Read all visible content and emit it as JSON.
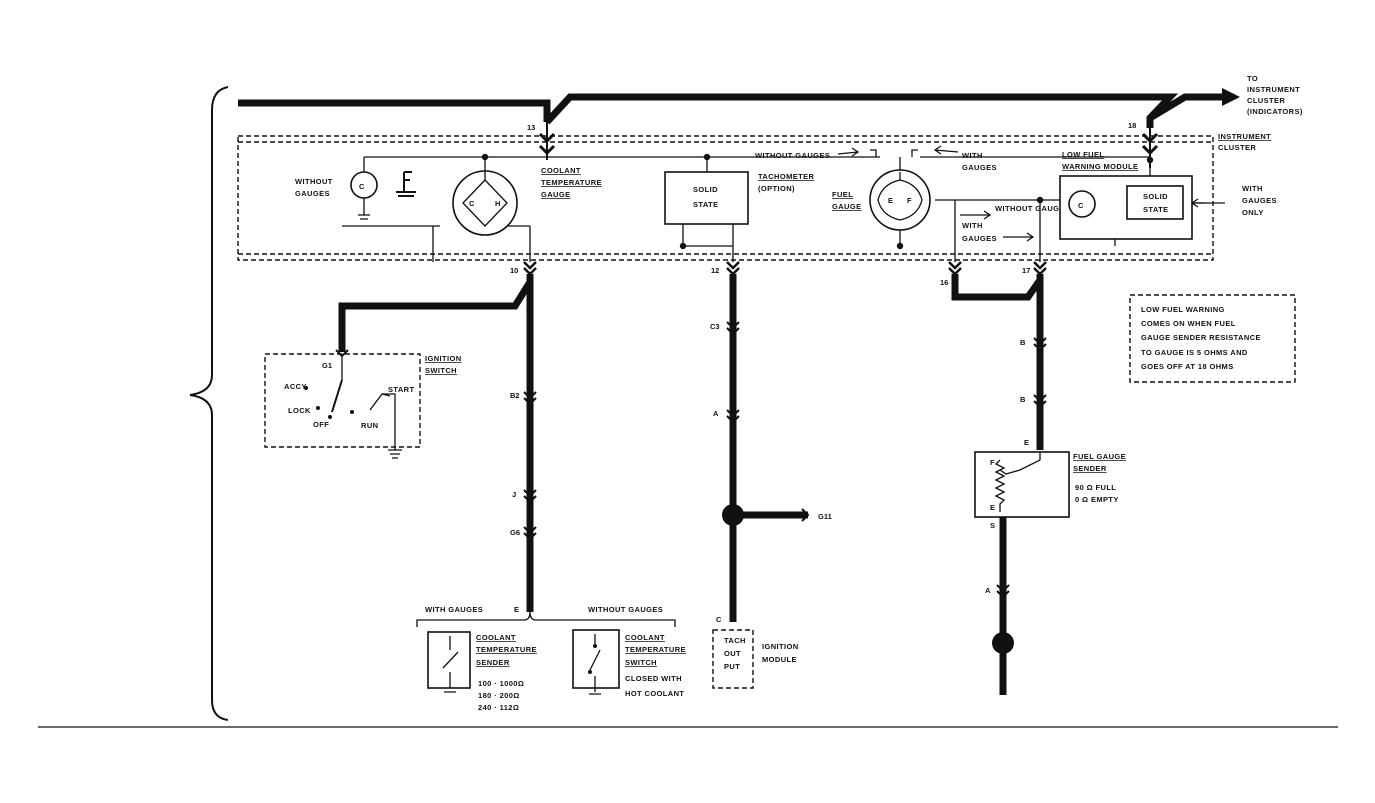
{
  "labels": {
    "to_cluster": [
      "TO",
      "INSTRUMENT",
      "CLUSTER",
      "(INDICATORS)"
    ],
    "instrument_cluster": [
      "INSTRUMENT",
      "CLUSTER"
    ],
    "without_gauges_top": "WITHOUT GAUGES",
    "with_gauges_top": [
      "WITH",
      "GAUGES"
    ],
    "low_fuel_module": [
      "LOW FUEL",
      "WARNING MODULE"
    ],
    "without_gauges_left": [
      "WITHOUT",
      "GAUGES"
    ],
    "coolant_temp_gauge": [
      "COOLANT",
      "TEMPERATURE",
      "GAUGE"
    ],
    "solid_state_1": [
      "SOLID",
      "STATE"
    ],
    "tachometer": [
      "TACHOMETER",
      "(OPTION)"
    ],
    "fuel_gauge": [
      "FUEL",
      "GAUGE"
    ],
    "without_gauges_mid": "WITHOUT GAUGES",
    "with_gauges_mid": [
      "WITH",
      "GAUGES"
    ],
    "solid_state_2": [
      "SOLID",
      "STATE"
    ],
    "with_gauges_only": [
      "WITH",
      "GAUGES",
      "ONLY"
    ],
    "gauge_letters": [
      "C",
      "H",
      "E",
      "F"
    ],
    "ignition_switch": [
      "IGNITION",
      "SWITCH"
    ],
    "switch_positions": [
      "ACCY",
      "LOCK",
      "OFF",
      "RUN",
      "START"
    ],
    "note": [
      "LOW FUEL WARNING",
      "COMES ON WHEN FUEL",
      "GAUGE SENDER RESISTANCE",
      "TO GAUGE IS 5 OHMS AND",
      "GOES OFF AT 18 OHMS"
    ],
    "fuel_sender": [
      "FUEL GAUGE",
      "SENDER"
    ],
    "fuel_sender_values": [
      "90 Ω FULL",
      "0 Ω EMPTY"
    ],
    "with_gauges_bottom": "WITH GAUGES",
    "without_gauges_bottom": "WITHOUT GAUGES",
    "coolant_sender": [
      "COOLANT",
      "TEMPERATURE",
      "SENDER"
    ],
    "coolant_sender_values": [
      "100 · 1000Ω",
      "180 · 200Ω",
      "240 · 112Ω"
    ],
    "coolant_switch": [
      "COOLANT",
      "TEMPERATURE",
      "SWITCH",
      "CLOSED WITH",
      "HOT COOLANT"
    ],
    "tach_out": [
      "TACH",
      "OUT",
      "PUT"
    ],
    "ignition_module": [
      "IGNITION",
      "MODULE"
    ],
    "g11": "G11"
  },
  "pins": {
    "p13": "13",
    "p18": "18",
    "p10": "10",
    "p12": "12",
    "p16": "16",
    "p17": "17",
    "g1": "G1",
    "b2": "B2",
    "j": "J",
    "g6": "G6",
    "e_bottom": "E",
    "c3": "C3",
    "a_mid": "A",
    "c_bottom": "C",
    "b_1": "B",
    "b_2": "B",
    "e_sender": "E",
    "f_sender": "F",
    "s_sender": "S",
    "a_right": "A"
  }
}
